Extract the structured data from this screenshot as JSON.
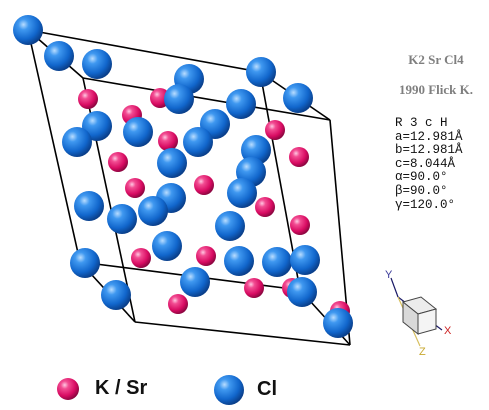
{
  "structure": {
    "formula": "K2 Sr Cl4",
    "reference": "1990 Flick  K.",
    "space_group": "R 3 c H",
    "cell_parameters": [
      "a=12.981Å",
      "b=12.981Å",
      "c=8.044Å",
      "α=90.0°",
      "β=90.0°",
      "γ=120.0°"
    ]
  },
  "axes": {
    "x": "X",
    "y": "Y",
    "z": "Z"
  },
  "legend": [
    {
      "label": "K / Sr",
      "color": "#e8106e"
    },
    {
      "label": "Cl",
      "color": "#1b74d8"
    }
  ],
  "colors": {
    "cell_edge": "#000000",
    "secondary_text": "#7f7f7f"
  }
}
